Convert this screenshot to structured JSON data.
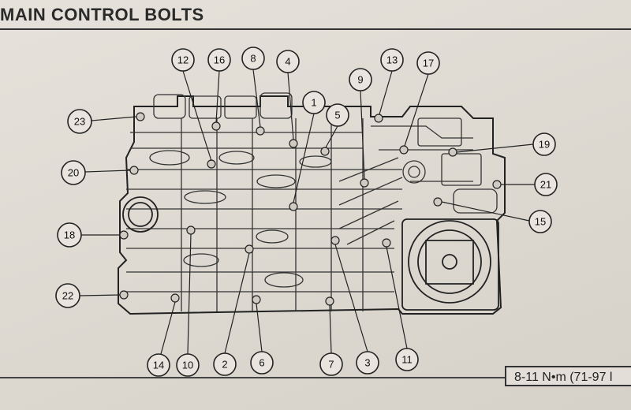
{
  "title": "MAIN CONTROL BOLTS",
  "torque_spec": "8-11 N•m (71-97 l",
  "callouts": [
    {
      "label": "12"
    },
    {
      "label": "16"
    },
    {
      "label": "8"
    },
    {
      "label": "4"
    },
    {
      "label": "1"
    },
    {
      "label": "5"
    },
    {
      "label": "9"
    },
    {
      "label": "13"
    },
    {
      "label": "17"
    },
    {
      "label": "23"
    },
    {
      "label": "20"
    },
    {
      "label": "19"
    },
    {
      "label": "21"
    },
    {
      "label": "15"
    },
    {
      "label": "18"
    },
    {
      "label": "22"
    },
    {
      "label": "14"
    },
    {
      "label": "10"
    },
    {
      "label": "2"
    },
    {
      "label": "6"
    },
    {
      "label": "7"
    },
    {
      "label": "3"
    },
    {
      "label": "11"
    }
  ]
}
